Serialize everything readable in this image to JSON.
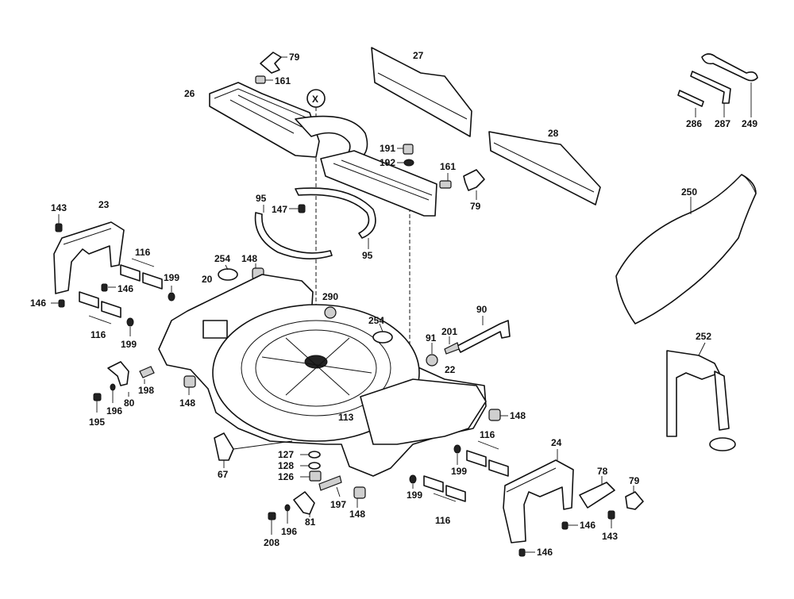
{
  "diagram": {
    "labels": {
      "l_79a": "79",
      "l_161a": "161",
      "l_26": "26",
      "l_27": "27",
      "l_28": "28",
      "l_286": "286",
      "l_287": "287",
      "l_249": "249",
      "l_x": "X",
      "l_191": "191",
      "l_192": "192",
      "l_161b": "161",
      "l_79b": "79",
      "l_143a": "143",
      "l_23": "23",
      "l_95a": "95",
      "l_147": "147",
      "l_95b": "95",
      "l_250": "250",
      "l_116a": "116",
      "l_254a": "254",
      "l_148a": "148",
      "l_199a": "199",
      "l_146a": "146",
      "l_20": "20",
      "l_146b": "146",
      "l_290": "290",
      "l_90": "90",
      "l_116b": "116",
      "l_199b": "199",
      "l_254b": "254",
      "l_91": "91",
      "l_201": "201",
      "l_252": "252",
      "l_22": "22",
      "l_198": "198",
      "l_80": "80",
      "l_195": "195",
      "l_196a": "196",
      "l_148b": "148",
      "l_113": "113",
      "l_148c": "148",
      "l_67": "67",
      "l_127": "127",
      "l_128": "128",
      "l_126": "126",
      "l_116c": "116",
      "l_199c": "199",
      "l_24": "24",
      "l_197": "197",
      "l_148d": "148",
      "l_199d": "199",
      "l_116d": "116",
      "l_78": "78",
      "l_79c": "79",
      "l_146c": "146",
      "l_143b": "143",
      "l_81": "81",
      "l_196b": "196",
      "l_208": "208",
      "l_146d": "146"
    }
  }
}
